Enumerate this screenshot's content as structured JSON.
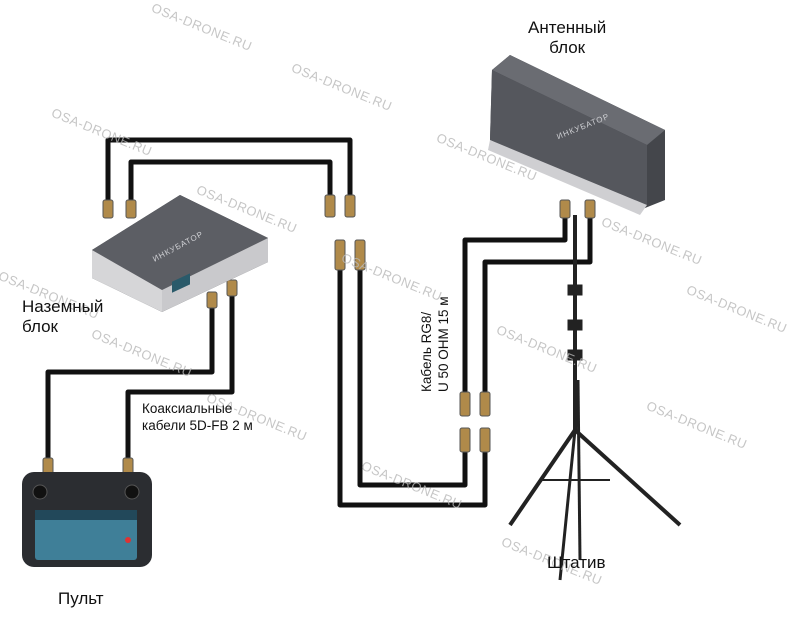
{
  "labels": {
    "antenna": "Антенный\nблок",
    "ground": "Наземный\nблок",
    "coax": "Коаксиальные\nкабели 5D-FB 2 м",
    "rg8": "Кабель RG8/\nU 50 OHM 15 м",
    "tripod": "Штатив",
    "remote": "Пульт"
  },
  "device_brand": "ИНКУБАТОР",
  "watermark": "OSA-DRONE.RU",
  "colors": {
    "cable": "#111111",
    "device_body": "#4a4c52",
    "device_top": "#5c5e64",
    "connector": "#b08a4a",
    "watermark": "#b8b8b8"
  }
}
